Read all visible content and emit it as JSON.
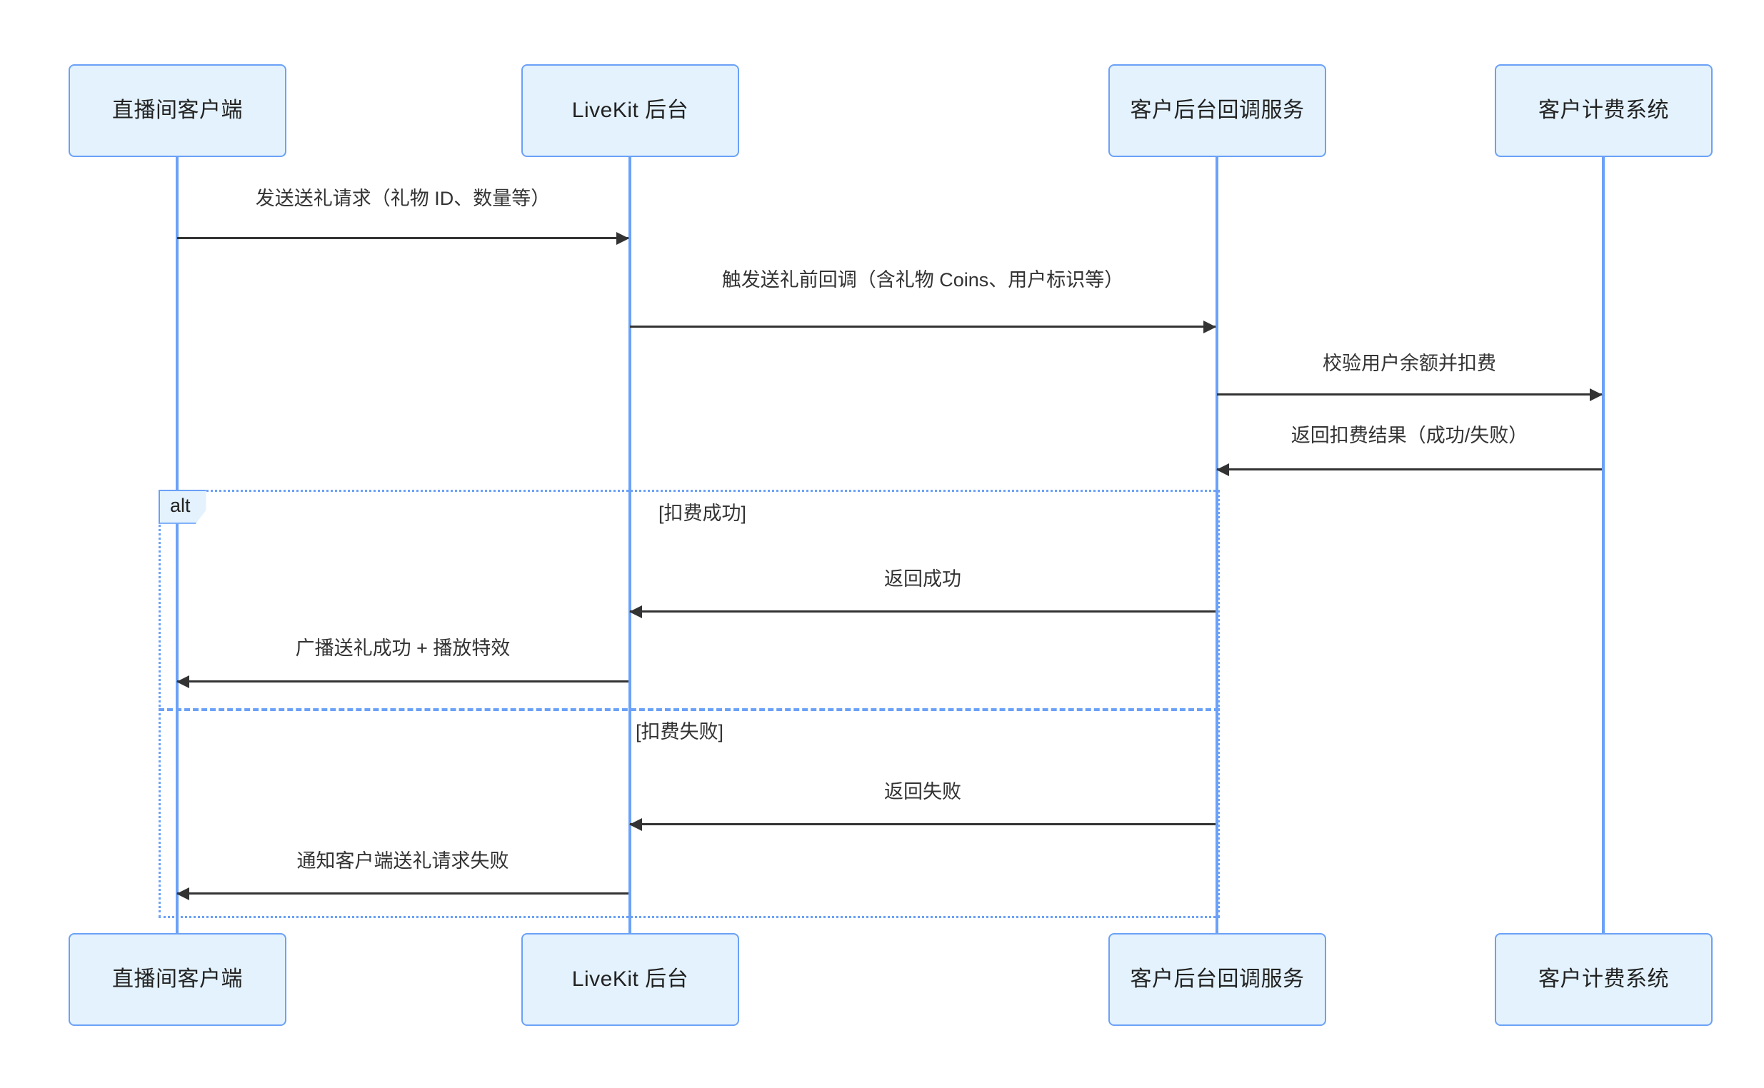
{
  "diagram": {
    "type": "sequence-diagram",
    "title": "",
    "colors": {
      "actor_fill": "#e3f2fd",
      "actor_border": "#6ba1f7",
      "lifeline": "#6ba1f7",
      "arrow": "#333333",
      "fragment_border": "#6ba1f7",
      "background": "#ffffff"
    },
    "participants": [
      {
        "id": "client",
        "label": "直播间客户端"
      },
      {
        "id": "livekit",
        "label": "LiveKit 后台"
      },
      {
        "id": "callback",
        "label": "客户后台回调服务"
      },
      {
        "id": "billing",
        "label": "客户计费系统"
      }
    ],
    "messages": [
      {
        "index": 1,
        "from": "client",
        "to": "livekit",
        "direction": "right",
        "label": "发送送礼请求（礼物 ID、数量等）"
      },
      {
        "index": 2,
        "from": "livekit",
        "to": "callback",
        "direction": "right",
        "label": "触发送礼前回调（含礼物 Coins、用户标识等）"
      },
      {
        "index": 3,
        "from": "callback",
        "to": "billing",
        "direction": "right",
        "label": "校验用户余额并扣费"
      },
      {
        "index": 4,
        "from": "billing",
        "to": "callback",
        "direction": "left",
        "label": "返回扣费结果（成功/失败）"
      },
      {
        "index": 5,
        "from": "callback",
        "to": "livekit",
        "direction": "left",
        "label": "返回成功"
      },
      {
        "index": 6,
        "from": "livekit",
        "to": "client",
        "direction": "left",
        "label": "广播送礼成功 + 播放特效"
      },
      {
        "index": 7,
        "from": "callback",
        "to": "livekit",
        "direction": "left",
        "label": "返回失败"
      },
      {
        "index": 8,
        "from": "livekit",
        "to": "client",
        "direction": "left",
        "label": "通知客户端送礼请求失败"
      }
    ],
    "fragment": {
      "tag": "alt",
      "branches": [
        {
          "condition": "[扣费成功]"
        },
        {
          "condition": "[扣费失败]"
        }
      ]
    }
  }
}
